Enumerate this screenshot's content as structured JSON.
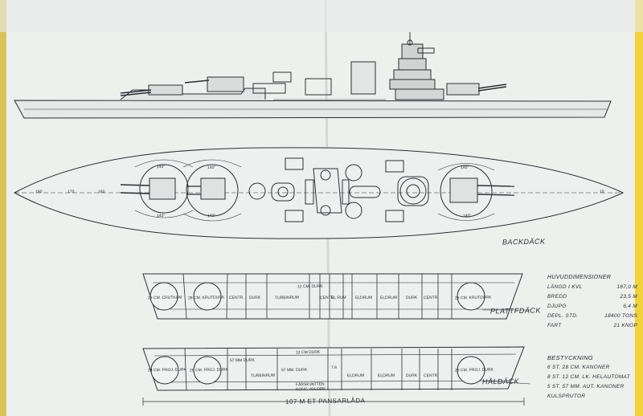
{
  "drawing": {
    "view_deck": "BACKDÄCK",
    "view_platform": "PLATTFDÄCK",
    "view_hold": "HÅLDÄCK",
    "armor_belt": "107 M ET PANSARLÅDA",
    "deck_angles": [
      "140°",
      "140°",
      "140°",
      "140°",
      "140°",
      "140°"
    ],
    "frame_marks": [
      "180",
      "170",
      "160",
      "10"
    ],
    "upper_compartments": [
      "28 CM. CRUTKAM",
      "28 CM. KRUTDURK",
      "CENTR.",
      "DURK",
      "TURBINRUM",
      "12 CM. DURK",
      "CENTR.",
      "EL RUM",
      "ELDRUM",
      "ELDRUM",
      "DURK",
      "CENTR.",
      "28 CM. KRUTDURK"
    ],
    "lower_compartments": [
      "28 CM. PROJ. DURK",
      "28 CM. PROJ. DURK",
      "57 MM DURK",
      "TURBINRUM",
      "57 MM. DURK",
      "ELDRUM",
      "ELDRUM",
      "DURK",
      "CENTR.",
      "28 CM. PROJ. DURK"
    ],
    "lower_misc": [
      "12 CM DURK",
      "FÄRSKVATTEN",
      "KONC. AVLOPP",
      "7.8"
    ]
  },
  "specs": {
    "title": "HUVUDDIMENSIONER",
    "rows": [
      {
        "label": "LÄNGD I KVL",
        "value": "187,0 M"
      },
      {
        "label": "BREDD",
        "value": "23,5 M"
      },
      {
        "label": "DJUPG",
        "value": "6,4 M"
      },
      {
        "label": "DEPL. STD.",
        "value": "18400 TONS"
      },
      {
        "label": "FART",
        "value": "21 KNOP"
      }
    ]
  },
  "armament": {
    "title": "BESTYCKNING",
    "lines": [
      "6 ST. 28 CM. KANONER",
      "8 ST. 12 CM. LK. HELAUTOMAT",
      "5 ST. 57 MM. AUT. KANONER",
      "KULSPRUTOR"
    ]
  }
}
